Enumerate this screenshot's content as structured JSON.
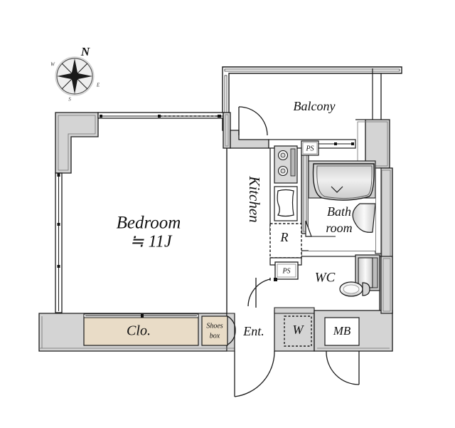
{
  "plan": {
    "type": "residential-floor-plan",
    "layout_name": "1K apartment floor plan",
    "compass": {
      "north": "N",
      "west": "W",
      "east": "E",
      "south": "S"
    },
    "rooms": [
      {
        "key": "bedroom",
        "label": "Bedroom",
        "area_label": "≒ 11J"
      },
      {
        "key": "kitchen",
        "label": "Kitchen"
      },
      {
        "key": "balcony",
        "label": "Balcony"
      },
      {
        "key": "bathroom",
        "label_line1": "Bath",
        "label_line2": "room"
      },
      {
        "key": "wc",
        "label": "WC"
      },
      {
        "key": "closet",
        "label": "Clo."
      },
      {
        "key": "shoesbox",
        "label_line1": "Shoes",
        "label_line2": "box"
      },
      {
        "key": "entrance",
        "label": "Ent."
      },
      {
        "key": "washer",
        "label": "W"
      },
      {
        "key": "meterbox",
        "label": "MB"
      },
      {
        "key": "refrigerator",
        "label": "R"
      },
      {
        "key": "pipeshaft_upper",
        "label": "PS"
      },
      {
        "key": "pipeshaft_lower",
        "label": "PS"
      }
    ],
    "colors": {
      "wall_fill": "#d4d4d4",
      "wall_stroke": "#1a1a1a",
      "closet_fill": "#e9dcc7",
      "floor_fill": "#ffffff",
      "fixture_fill": "#d8d8d8",
      "text": "#111111",
      "background": "#ffffff"
    }
  }
}
